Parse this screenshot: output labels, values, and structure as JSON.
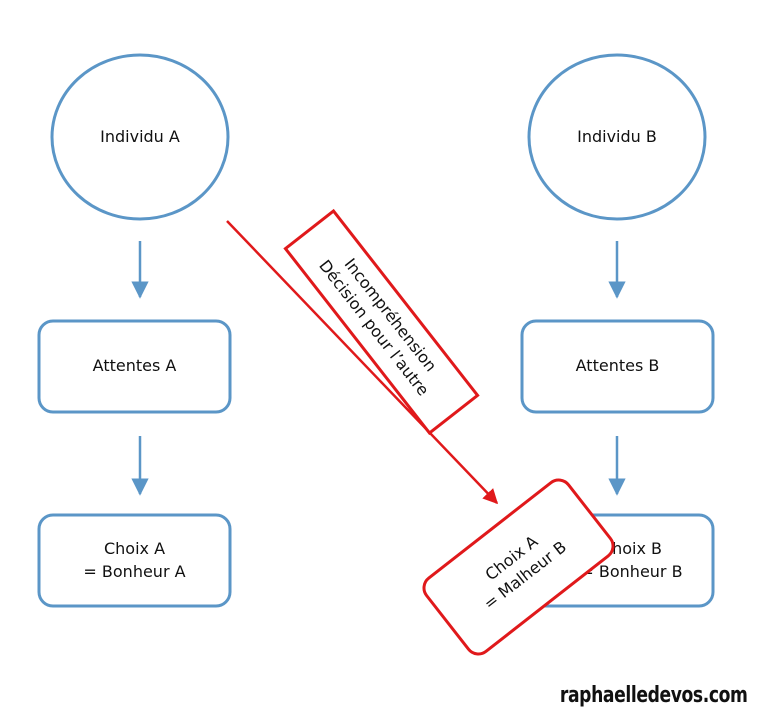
{
  "nodes": {
    "individu_a": "Individu A",
    "individu_b": "Individu B",
    "attentes_a": "Attentes A",
    "attentes_b": "Attentes B",
    "choix_a": "Choix A\n= Bonheur A",
    "choix_b": "Choix B\n= Bonheur B"
  },
  "callouts": {
    "incomprehension": "Incompréhension\nDécision pour l’autre",
    "choix_malheur": "Choix A\n= Malheur B"
  },
  "watermark": "raphaelledevos.com",
  "colors": {
    "node_stroke": "#5b96c7",
    "arrow": "#5b96c7",
    "highlight": "#e0191b"
  }
}
